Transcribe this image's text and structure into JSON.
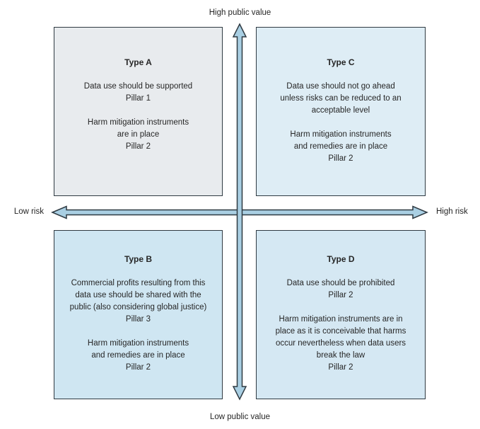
{
  "diagram": {
    "axes": {
      "top": "High public value",
      "bottom": "Low public value",
      "left": "Low risk",
      "right": "High risk"
    },
    "quadrants": [
      {
        "id": "type-a",
        "title": "Type A",
        "paragraphs": [
          "Data use should be supported\nPillar 1",
          "Harm mitigation instruments\nare in place\nPillar 2"
        ],
        "bg": "#e8ebee"
      },
      {
        "id": "type-c",
        "title": "Type C",
        "paragraphs": [
          "Data use should not go ahead\nunless risks can be reduced to an\nacceptable level",
          "Harm mitigation instruments\nand remedies are in place\nPillar 2"
        ],
        "bg": "#deedf5"
      },
      {
        "id": "type-b",
        "title": "Type B",
        "paragraphs": [
          "Commercial profits resulting from this\ndata use should be shared with the\npublic (also considering global justice)\nPillar 3",
          "Harm mitigation instruments\nand remedies are in place\nPillar 2"
        ],
        "bg": "#cfe6f2"
      },
      {
        "id": "type-d",
        "title": "Type D",
        "paragraphs": [
          "Data use should be prohibited\nPillar 2",
          "Harm mitigation instruments are in\nplace as it is conceivable that harms\noccur nevertheless when data users\nbreak the law\nPillar 2"
        ],
        "bg": "#d5e8f3"
      }
    ],
    "colors": {
      "axis_fill": "#a9cfe3",
      "outline": "#2f3a42",
      "text": "#262626"
    }
  }
}
